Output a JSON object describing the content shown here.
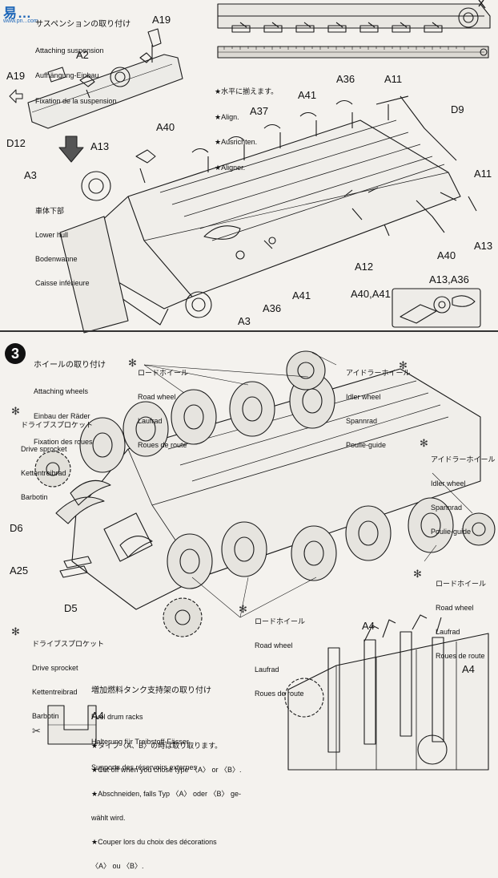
{
  "watermark": {
    "logo": "易…",
    "url": "www.pn...com"
  },
  "step2": {
    "title": [
      "サスペンションの取り付け",
      "Attaching suspension",
      "Aufhängung-Einbau",
      "Fixation de la suspension"
    ],
    "align_note": [
      "★水平に揃えます。",
      "★Align.",
      "★Ausrichten.",
      "★Aligner."
    ],
    "lower_hull": [
      "車体下部",
      "Lower hull",
      "Bodenwanne",
      "Caisse inférieure"
    ],
    "parts": {
      "a19_top": "A19",
      "a2": "A2",
      "a19_left": "A19",
      "d12": "D12",
      "a3_left": "A3",
      "a13_left": "A13",
      "a40_top": "A40",
      "a37": "A37",
      "a41_top": "A41",
      "a36_top": "A36",
      "a11_top": "A11",
      "d9": "D9",
      "a11_right": "A11",
      "a13_right": "A13",
      "a40_right": "A40",
      "a12": "A12",
      "a41_bottom": "A41",
      "a36_bottom": "A36",
      "a3_bottom": "A3",
      "a40_a41": "A40,A41",
      "a13_a36": "A13,A36"
    }
  },
  "step3": {
    "number": "3",
    "title": [
      "ホイールの取り付け",
      "Attaching wheels",
      "Einbau der Räder",
      "Fixation des roues"
    ],
    "road_wheel_top": [
      "ロードホイール",
      "Road wheel",
      "Laufrad",
      "Roues de route"
    ],
    "idler_top": [
      "アイドラーホイール",
      "Idler wheel",
      "Spannrad",
      "Poulie-guide"
    ],
    "sprocket_left": [
      "ドライブスプロケット",
      "Drive sprocket",
      "Kettentreibrad",
      "Barbotin"
    ],
    "idler_right": [
      "アイドラーホイール",
      "Idler wheel",
      "Spannrad",
      "Poulie-guide"
    ],
    "road_wheel_right": [
      "ロードホイール",
      "Road wheel",
      "Laufrad",
      "Roues de route"
    ],
    "road_wheel_bottom": [
      "ロードホイール",
      "Road wheel",
      "Laufrad",
      "Roues de route"
    ],
    "sprocket_bottom": [
      "ドライブスプロケット",
      "Drive sprocket",
      "Kettentreibrad",
      "Barbotin"
    ],
    "parts": {
      "d6": "D6",
      "a25": "A25",
      "d5": "D5"
    }
  },
  "step4": {
    "title": [
      "増加燃料タンク支持架の取り付け",
      "Fuel drum racks",
      "Halterung für Treibstoff-Fässer",
      "Supports des réservoirs externes"
    ],
    "part_left": "A4",
    "part_right_1": "A4",
    "part_right_2": "A4",
    "note": [
      "★タイプ〈A、B〉の時は取り取ります。",
      "★Cut off when you chose type 〈A〉 or 〈B〉.",
      "★Abschneiden, falls Typ 〈A〉 oder 〈B〉 ge-",
      "wählt wird.",
      "★Couper lors du choix des décorations",
      "〈A〉 ou 〈B〉."
    ]
  },
  "icons": {
    "cement": "cement-icon",
    "arrow": "assembly-arrow-icon",
    "scissors": "cut-icon"
  }
}
